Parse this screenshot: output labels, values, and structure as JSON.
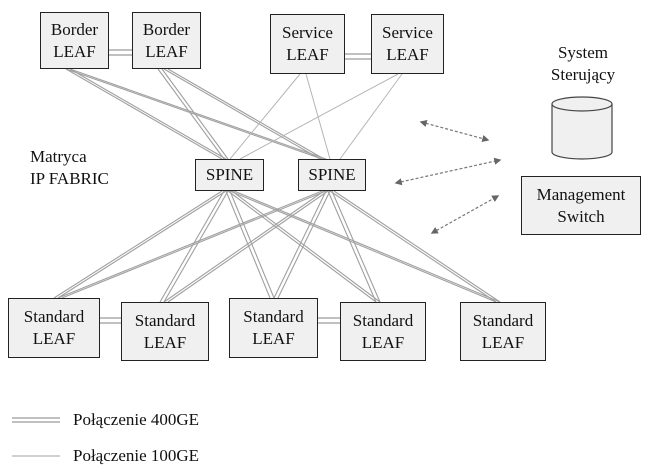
{
  "nodes": {
    "border_leaf_1": {
      "line1": "Border",
      "line2": "LEAF"
    },
    "border_leaf_2": {
      "line1": "Border",
      "line2": "LEAF"
    },
    "service_leaf_1": {
      "line1": "Service",
      "line2": "LEAF"
    },
    "service_leaf_2": {
      "line1": "Service",
      "line2": "LEAF"
    },
    "spine_1": {
      "label": "SPINE"
    },
    "spine_2": {
      "label": "SPINE"
    },
    "standard_leaf_1": {
      "line1": "Standard",
      "line2": "LEAF"
    },
    "standard_leaf_2": {
      "line1": "Standard",
      "line2": "LEAF"
    },
    "standard_leaf_3": {
      "line1": "Standard",
      "line2": "LEAF"
    },
    "standard_leaf_4": {
      "line1": "Standard",
      "line2": "LEAF"
    },
    "standard_leaf_5": {
      "line1": "Standard",
      "line2": "LEAF"
    },
    "management_switch": {
      "line1": "Management",
      "line2": "Switch"
    }
  },
  "labels": {
    "fabric_line1": "Matryca",
    "fabric_line2": "IP FABRIC",
    "system_line1": "System",
    "system_line2": "Sterujący"
  },
  "legend": {
    "link_400ge": "Połączenie 400GE",
    "link_100ge": "Połączenie 100GE"
  },
  "colors": {
    "link_400ge": "#9a9a9a",
    "link_100ge": "#b5b5b5",
    "node_fill": "#f0f0f0",
    "dashed_arrow": "#777777"
  }
}
